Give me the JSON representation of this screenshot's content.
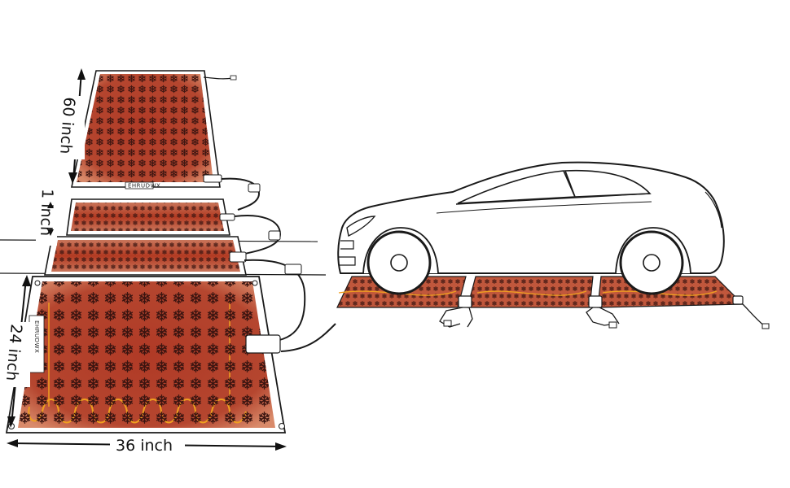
{
  "brand": "EHRUDWX",
  "dimensions": {
    "length": "60 inch",
    "gap": "1 inch",
    "width": "24 inch",
    "span": "36 inch"
  },
  "colors": {
    "mat_fill": "#b5462f",
    "mat_edge": "#c9755a",
    "heating_wire": "#f0a020",
    "snowflake": "#3a1410",
    "outline": "#1a1a1a",
    "background": "#ffffff"
  },
  "icons": [
    "snowflake-icon",
    "power-plug-icon",
    "arrow-icon"
  ]
}
